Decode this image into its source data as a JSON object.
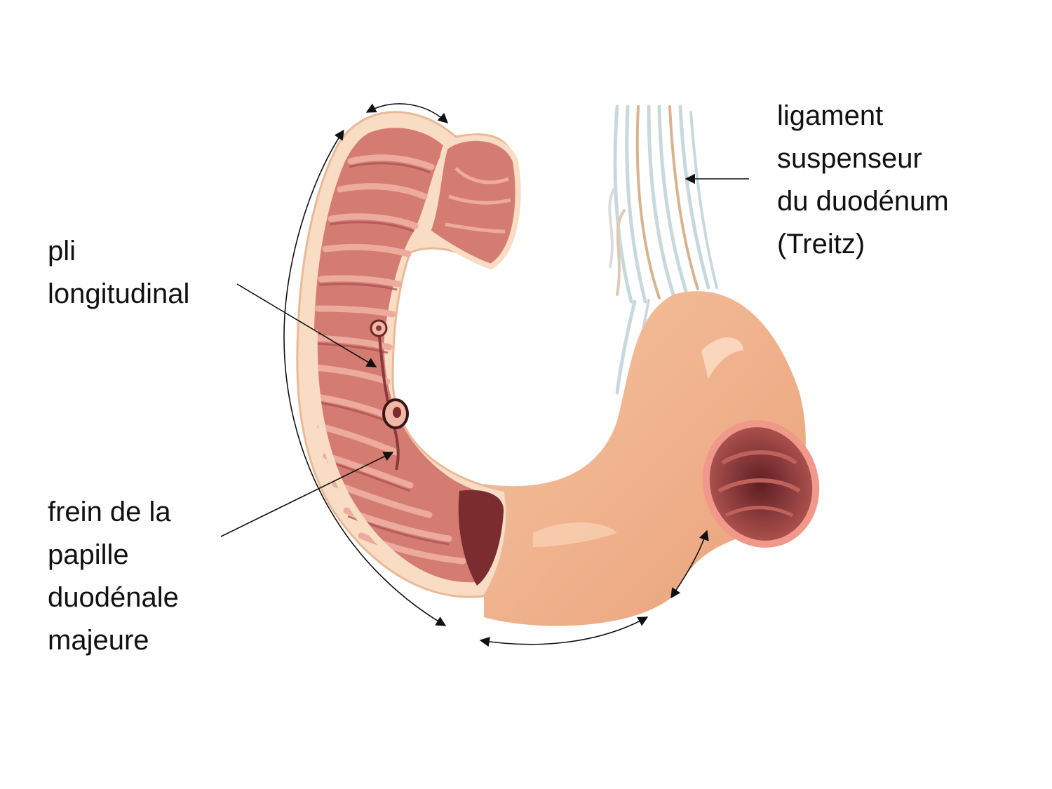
{
  "labels": {
    "treitz": [
      "ligament",
      "suspenseur",
      "du duodénum",
      "(Treitz)"
    ],
    "pli": [
      "pli",
      "longitudinal"
    ],
    "frein": [
      "frein de la",
      "papille",
      "duodénale",
      "majeure"
    ]
  },
  "colors": {
    "serosa": "#f0b691",
    "serosa_shadow": "#dd956d",
    "mucosa": "#d47b72",
    "mucosa_dark": "#a9504d",
    "fold": "#ecab9c",
    "wall_cut": "#f8dcc3",
    "lumen": "#7a2c2e",
    "ligament": "#c8d9de",
    "ligament_tan": "#d9b38f",
    "leader": "#111111"
  },
  "icons": [
    "arrow-head-icon",
    "double-arrow-icon"
  ]
}
